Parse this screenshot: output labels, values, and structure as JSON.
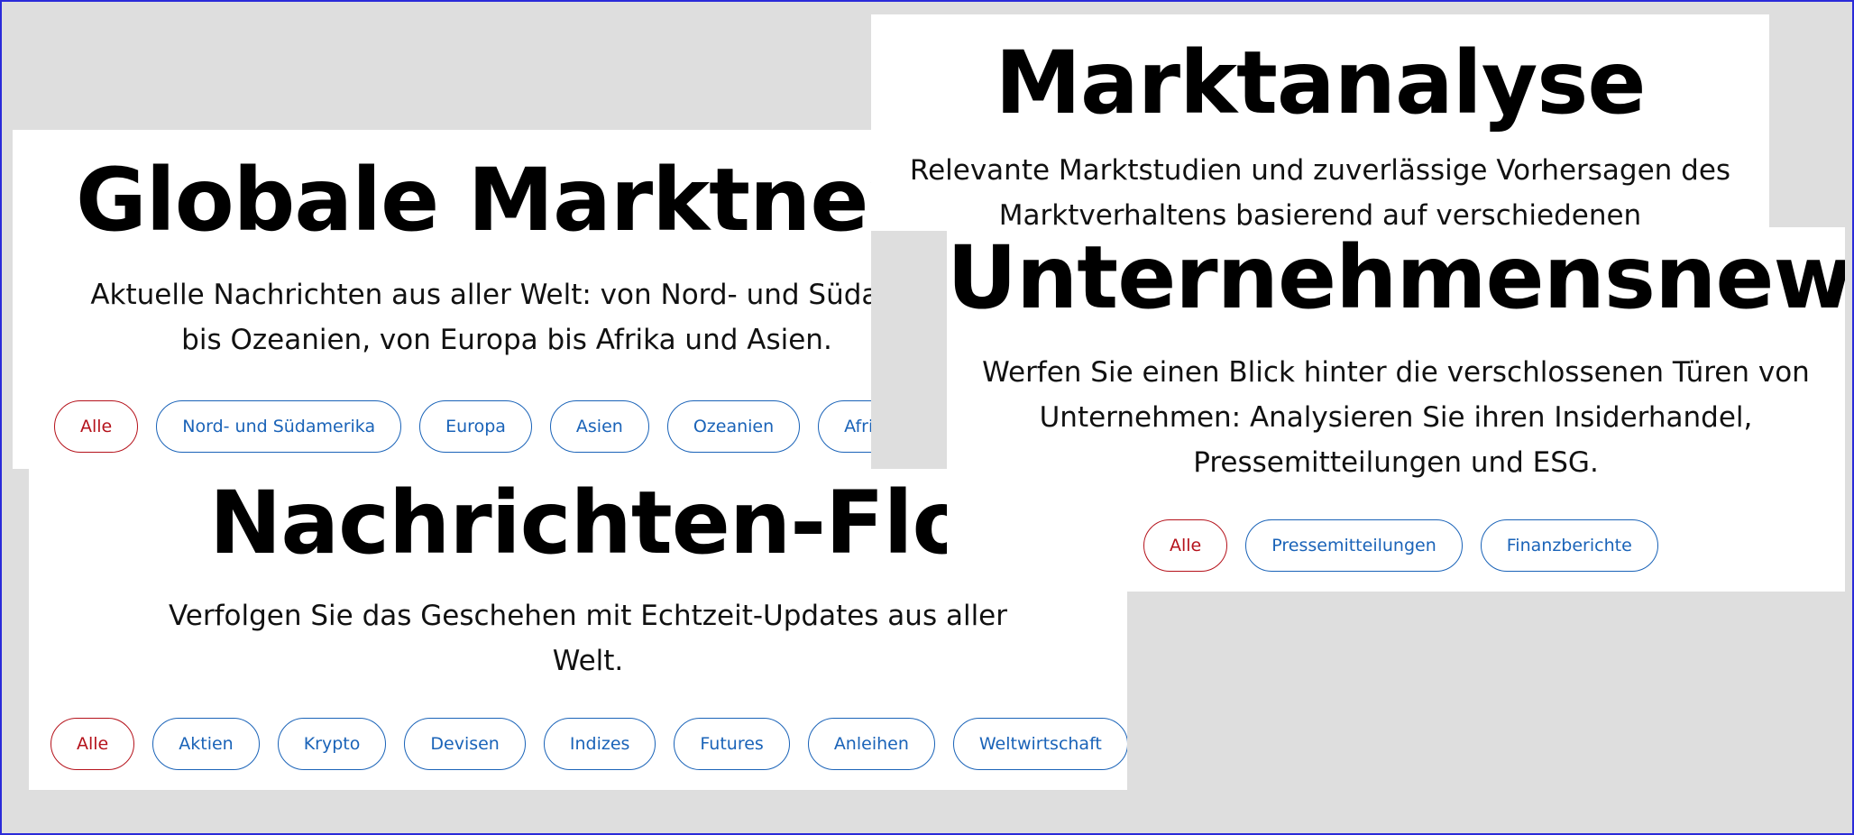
{
  "global_news": {
    "title": "Globale Marktnews",
    "desc_line1": "Aktuelle Nachrichten aus aller Welt: von Nord- und Südame",
    "desc_line2": "bis Ozeanien, von Europa bis Afrika und Asien.",
    "filters": [
      "Alle",
      "Nord- und Südamerika",
      "Europa",
      "Asien",
      "Ozeanien",
      "Afrika"
    ]
  },
  "market_analysis": {
    "title": "Marktanalyse",
    "desc_line1": "Relevante Marktstudien und zuverlässige Vorhersagen des",
    "desc_line2": "Marktverhaltens basierend auf verschiedenen"
  },
  "company_news": {
    "title": "Unternehmensnews",
    "desc_line1": "Werfen Sie einen Blick hinter die verschlossenen Türen von",
    "desc_line2": "Unternehmen: Analysieren Sie ihren Insiderhandel,",
    "desc_line3": "Pressemitteilungen und ESG.",
    "filters": [
      "Alle",
      "Pressemitteilungen",
      "Finanzberichte"
    ]
  },
  "news_flow": {
    "title": "Nachrichten-Flow",
    "desc_line1": "Verfolgen Sie das Geschehen mit Echtzeit-Updates aus aller",
    "desc_line2": "Welt.",
    "filters": [
      "Alle",
      "Aktien",
      "Krypto",
      "Devisen",
      "Indizes",
      "Futures",
      "Anleihen",
      "Weltwirtschaft"
    ]
  },
  "colors": {
    "active_pill": "#b5121b",
    "pill": "#1a63b8",
    "background": "#dedede",
    "frame": "#2b2bd9"
  }
}
